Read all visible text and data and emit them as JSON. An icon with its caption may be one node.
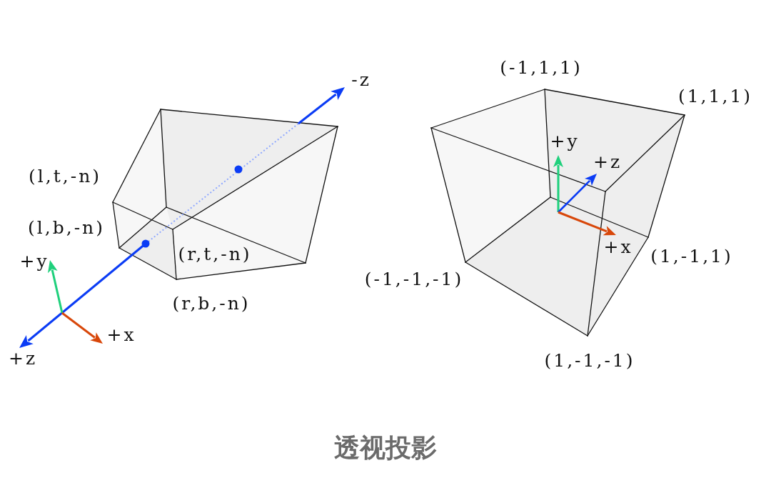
{
  "diagram": {
    "caption": "透视投影",
    "labels": [
      "-z",
      "(l,t,-n)",
      "(l,b,-n)",
      "(r,t,-n)",
      "+y",
      "(r,b,-n)",
      "+x",
      "+z",
      "(-1,1,1)",
      "(1,1,1)",
      "+y",
      "+z",
      "+x",
      "(1,-1,1)",
      "(-1,-1,-1)",
      "(1,-1,-1)"
    ]
  }
}
